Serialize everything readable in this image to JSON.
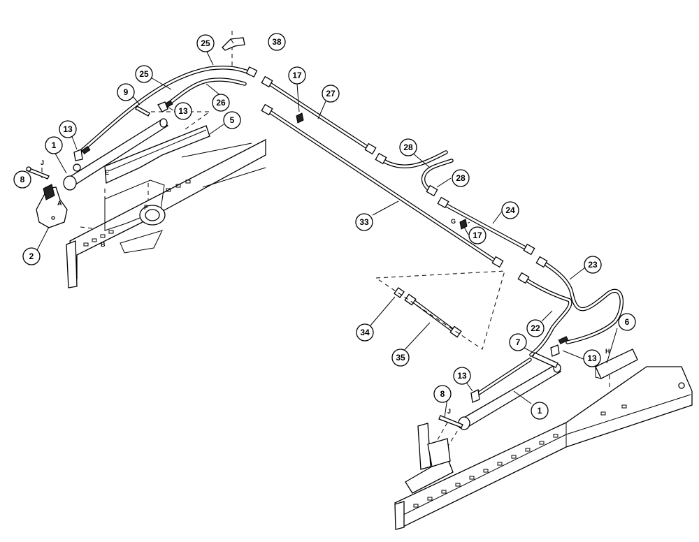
{
  "callouts": [
    "25",
    "38",
    "25",
    "17",
    "27",
    "9",
    "13",
    "26",
    "5",
    "13",
    "1",
    "8",
    "28",
    "28",
    "24",
    "2",
    "33",
    "17",
    "23",
    "34",
    "22",
    "35",
    "7",
    "6",
    "13",
    "13",
    "8",
    "1"
  ],
  "letters": [
    "J",
    "A",
    "B",
    "E",
    "F",
    "G",
    "H",
    "J"
  ]
}
